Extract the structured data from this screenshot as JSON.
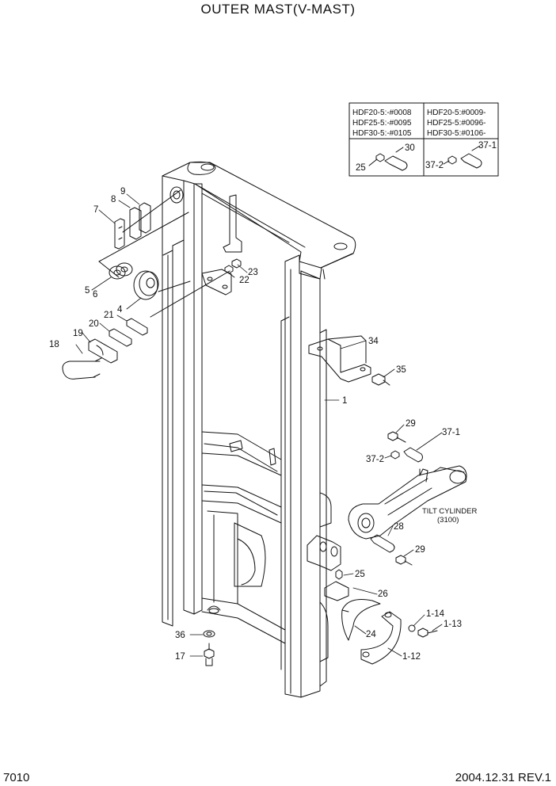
{
  "title": "OUTER MAST(V-MAST)",
  "page_number": "7010",
  "revision": "2004.12.31  REV.1",
  "serial_table": {
    "left_col": [
      "HDF20-5:-#0008",
      "HDF25-5:-#0095",
      "HDF30-5:-#0105"
    ],
    "right_col": [
      "HDF20-5:#0009-",
      "HDF25-5:#0096-",
      "HDF30-5:#0106-"
    ],
    "left_parts": [
      "30",
      "25"
    ],
    "right_parts": [
      "37-1",
      "37-2"
    ]
  },
  "parts": {
    "p1": "1",
    "p4": "4",
    "p5": "5",
    "p6": "6",
    "p7": "7",
    "p8": "8",
    "p9": "9",
    "p17": "17",
    "p18": "18",
    "p19": "19",
    "p20": "20",
    "p21": "21",
    "p22": "22",
    "p23": "23",
    "p24": "24",
    "p25": "25",
    "p26": "26",
    "p28": "28",
    "p29a": "29",
    "p29b": "29",
    "p34": "34",
    "p35": "35",
    "p36": "36",
    "p37_1": "37-1",
    "p37_2": "37-2",
    "p1_12": "1-12",
    "p1_13": "1-13",
    "p1_14": "1-14"
  },
  "tilt_cylinder": {
    "label": "TILT CYLINDER",
    "code": "(3100)"
  }
}
